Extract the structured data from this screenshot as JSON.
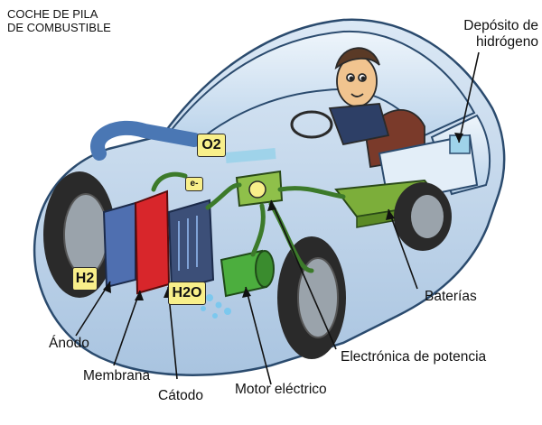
{
  "title": {
    "line1": "COCHE DE PILA",
    "line2": "DE COMBUSTIBLE"
  },
  "callouts": {
    "hydrogen_tank": {
      "line1": "Depósito de",
      "line2": "hidrógeno"
    },
    "batteries": "Baterías",
    "power_electronics": "Electrónica de potencia",
    "electric_motor": "Motor eléctrico",
    "cathode": "Cátodo",
    "membrane": "Membrana",
    "anode": "Ánodo"
  },
  "chem_tags": {
    "oxygen": "O2",
    "hydrogen": "H2",
    "water": "H2O",
    "electron": "e-"
  },
  "colors": {
    "body": "#c9ddf0",
    "body_outline": "#2b4b6e",
    "tire": "#2a2a2a",
    "rim": "#9aa3ab",
    "membrane": "#d8262b",
    "cathode_block": "#3c4f78",
    "anode_block": "#4f6fb0",
    "battery": "#7cae3a",
    "motor": "#4cae3e",
    "tag": "#f8ef8a",
    "tank": "#e3eef8"
  }
}
